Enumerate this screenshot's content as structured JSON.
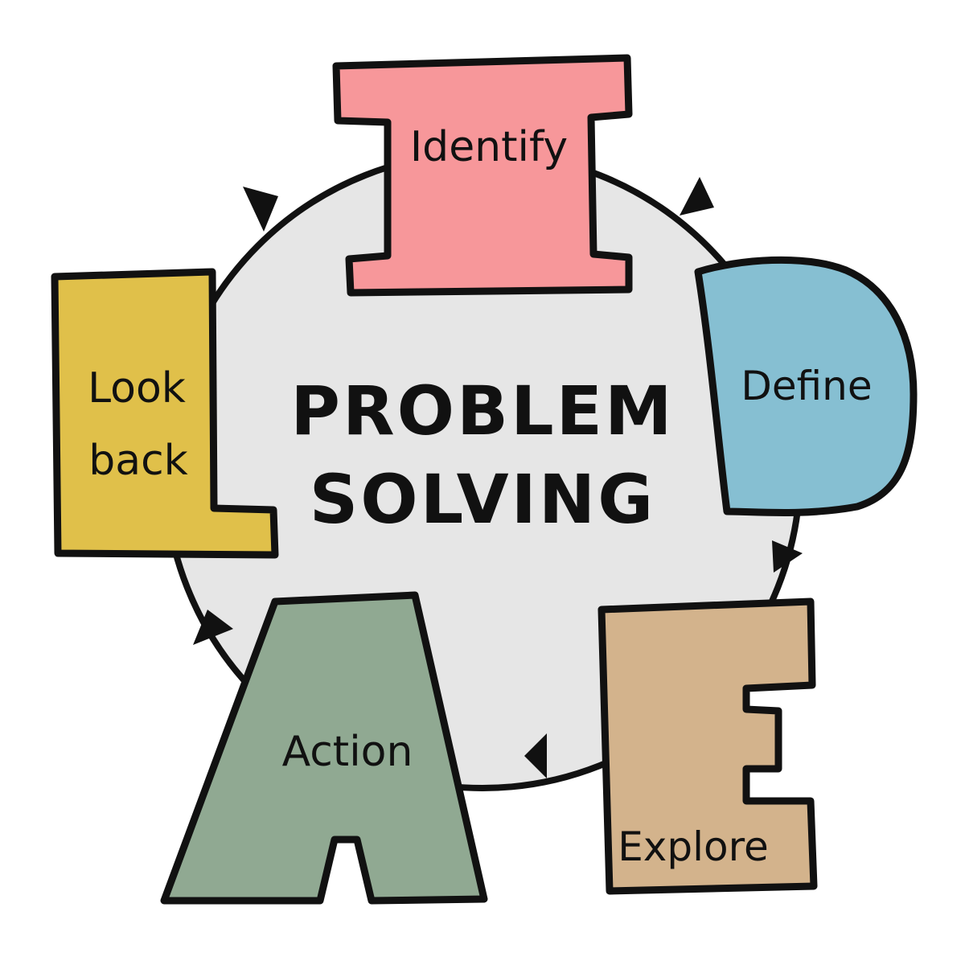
{
  "title": {
    "line1": "PROBLEM",
    "line2": "SOLVING"
  },
  "steps": [
    {
      "id": "identify",
      "letter": "I",
      "label": "Identify",
      "color": "#f7979a"
    },
    {
      "id": "define",
      "letter": "D",
      "label": "Define",
      "color": "#86bfd2"
    },
    {
      "id": "explore",
      "letter": "E",
      "label": "Explore",
      "color": "#d3b38c"
    },
    {
      "id": "action",
      "letter": "A",
      "label": "Action",
      "color": "#90a992"
    },
    {
      "id": "lookback",
      "letter": "L",
      "label_line1": "Look",
      "label_line2": "back",
      "color": "#e0c04a"
    }
  ],
  "cycle": {
    "fill": "#e6e6e6",
    "stroke": "#111111",
    "direction": "clockwise"
  }
}
